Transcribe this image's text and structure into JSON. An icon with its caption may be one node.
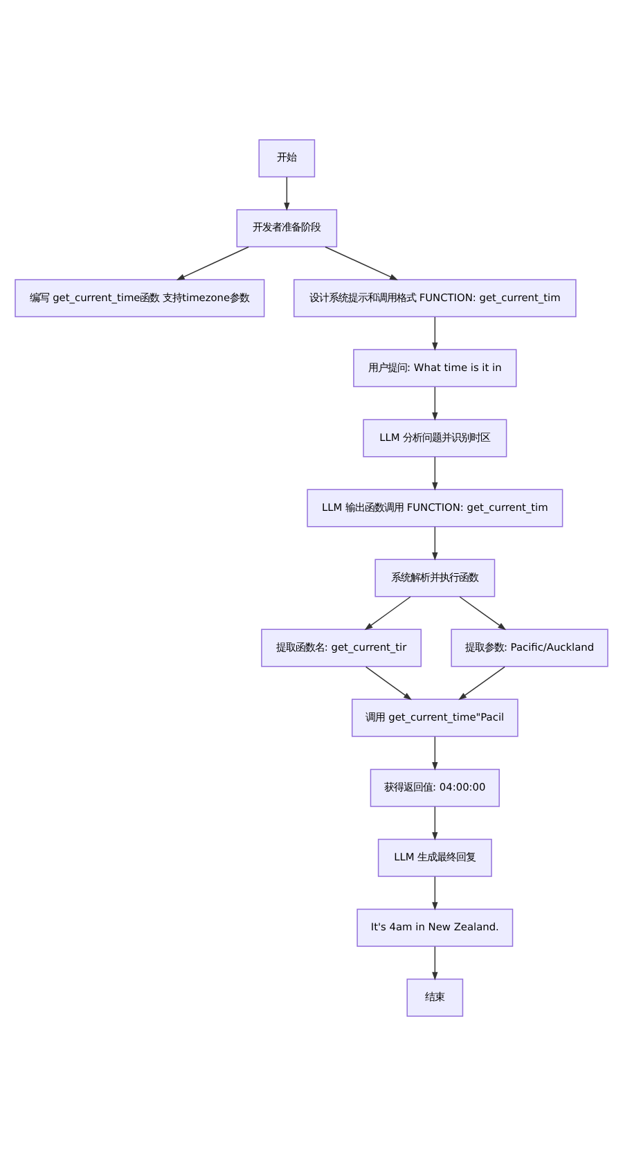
{
  "diagram": {
    "nodes": [
      {
        "text": [
          "开始"
        ]
      },
      {
        "text": [
          "开发者准备阶段"
        ]
      },
      {
        "text": [
          "编写 get_current_time函数 支持timezone参数"
        ]
      },
      {
        "text": [
          "设计系统提示和调用格式 FUNCTION: get_current_tim"
        ]
      },
      {
        "text": [
          "用户提问: What time is it in"
        ]
      },
      {
        "text": [
          "LLM 分析问题并识别时区"
        ]
      },
      {
        "text": [
          "LLM 输出函数调用 FUNCTION: get_current_tim"
        ]
      },
      {
        "text": [
          "系统解析并执行函数"
        ]
      },
      {
        "text": [
          "提取函数名: get_current_tir"
        ]
      },
      {
        "text": [
          "提取参数: Pacific/Auckland"
        ]
      },
      {
        "text": [
          "调用 get_current_time\"Pacil"
        ]
      },
      {
        "text": [
          "获得返回值: 04:00:00"
        ]
      },
      {
        "text": [
          "LLM 生成最终回复"
        ]
      },
      {
        "text": [
          "It's 4am in New Zealand."
        ]
      },
      {
        "text": [
          "结束"
        ]
      }
    ],
    "edges": [
      {
        "from": 0,
        "to": 1,
        "arrow": "to"
      },
      {
        "from": 1,
        "to": 2,
        "arrow": "to"
      },
      {
        "from": 1,
        "to": 3,
        "arrow": "to"
      },
      {
        "from": 3,
        "to": 4,
        "arrow": "to"
      },
      {
        "from": 4,
        "to": 5,
        "arrow": "to"
      },
      {
        "from": 5,
        "to": 6,
        "arrow": "to"
      },
      {
        "from": 6,
        "to": 7,
        "arrow": "to"
      },
      {
        "from": 7,
        "to": 8,
        "arrow": "to"
      },
      {
        "from": 7,
        "to": 9,
        "arrow": "to"
      },
      {
        "from": 8,
        "to": 10,
        "arrow": "to"
      },
      {
        "from": 9,
        "to": 10,
        "arrow": "to"
      },
      {
        "from": 10,
        "to": 11,
        "arrow": "to"
      },
      {
        "from": 11,
        "to": 12,
        "arrow": "to"
      },
      {
        "from": 12,
        "to": 13,
        "arrow": "to"
      },
      {
        "from": 13,
        "to": 14,
        "arrow": "to"
      }
    ]
  }
}
